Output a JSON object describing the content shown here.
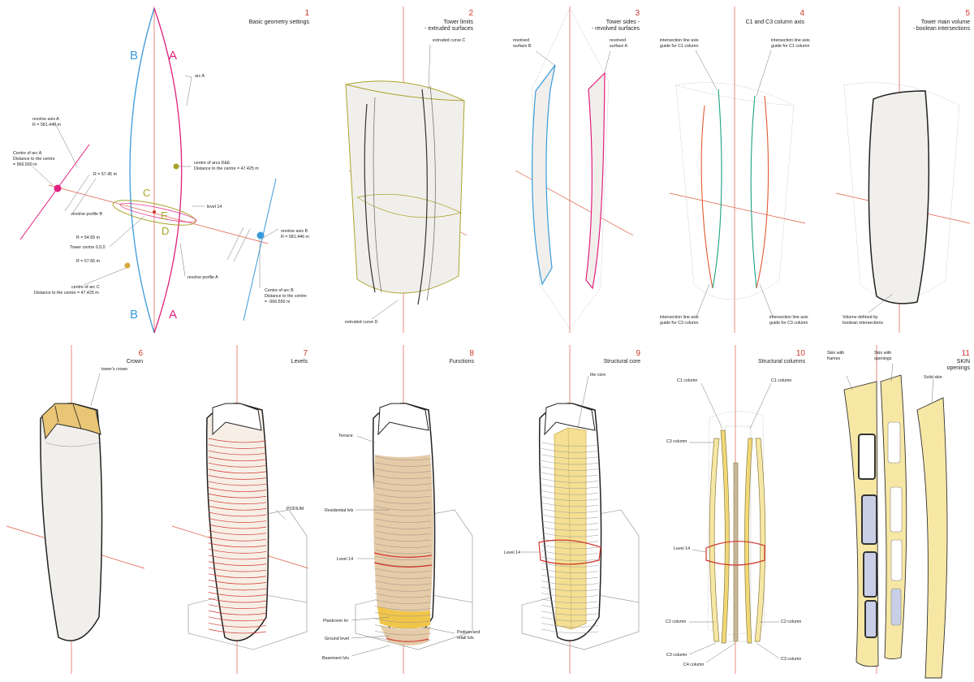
{
  "panels": [
    {
      "number": "1",
      "title_lines": [
        "Basic geometry settings"
      ]
    },
    {
      "number": "2",
      "title_lines": [
        "Tower limits",
        "- extruded surfaces"
      ]
    },
    {
      "number": "3",
      "title_lines": [
        "Tower sides -",
        "- revolved surfaces"
      ]
    },
    {
      "number": "4",
      "title_lines": [
        "C1 and C3 column axis"
      ]
    },
    {
      "number": "5",
      "title_lines": [
        "Tower main volume",
        "- boolean intersections"
      ]
    },
    {
      "number": "6",
      "title_lines": [
        "Crown"
      ]
    },
    {
      "number": "7",
      "title_lines": [
        "Levels"
      ]
    },
    {
      "number": "8",
      "title_lines": [
        "Functions"
      ]
    },
    {
      "number": "9",
      "title_lines": [
        "Structural core"
      ]
    },
    {
      "number": "10",
      "title_lines": [
        "Structural columns"
      ]
    },
    {
      "number": "11",
      "title_lines": [
        "SKIN",
        "openings"
      ]
    }
  ],
  "panel1": {
    "letters": {
      "B": "B",
      "A": "A",
      "C": "C",
      "D": "D",
      "E": "E"
    },
    "labels": {
      "arc_a": "arc A",
      "revolve_axis_a": [
        "revolve axis A",
        "R = 581.446 m"
      ],
      "centre_arc_a": [
        "Centre of arc A",
        "Distance to the centre",
        "= 566.550 m"
      ],
      "r_5745_top": "R = 57.45 m",
      "centre_arcs_de": [
        "centre of arcs D&E",
        "Distance to the centre = 47.425 m"
      ],
      "level_14": "level 14",
      "revolve_profile_b": "revolve profile B",
      "r_5465": "R = 54.65 m",
      "tower_centre": "Tower centre 0,0,0",
      "r_5765": "R = 57.65 m",
      "centre_arc_c": [
        "centre of arc C",
        "Distance to the centre = 47.425 m"
      ],
      "revolve_profile_a": "revolve profile A",
      "revolve_axis_b": [
        "revolve axis B",
        "R = 581.446 m"
      ],
      "centre_arc_b": [
        "Centre of arc B",
        "Distance to the centre",
        "= -566.550 m"
      ]
    }
  },
  "panel2": {
    "extruded_curve_c": "extruded curve C",
    "extruded_curve_d": "extruded curve D"
  },
  "panel3": {
    "revolved_b": [
      "revolved",
      "surface B"
    ],
    "revolved_a": [
      "revolved",
      "surface A"
    ]
  },
  "panel4": {
    "guide_c1_left": [
      "intersection line axis",
      "guide for C1 column"
    ],
    "guide_c1_right": [
      "intersection line axis",
      "guide for C1 column"
    ],
    "guide_c3_left": [
      "intersection line axis",
      "guide for C3 column"
    ],
    "guide_c3_right": [
      "intersection line axis",
      "guide for C3 column"
    ]
  },
  "panel5": {
    "volume": [
      "Volume defined by",
      "boolean intersections"
    ]
  },
  "panel6": {
    "crown": "tower's crown"
  },
  "panel7": {
    "podium": "PODIUM"
  },
  "panel8": {
    "terrace": "Terrace",
    "residential": "Residential lvls",
    "level14": "Level 14",
    "plantroom": "Plantroom lvl",
    "ground": "Ground level",
    "basement": "Basement lvls",
    "podium_retail": [
      "Podium and",
      "retail lvls"
    ]
  },
  "panel9": {
    "core": "the core",
    "level14": "Level 14"
  },
  "panel10": {
    "c1_left": "C1 column",
    "c1_right": "C1 column",
    "c3_left": "C3 column",
    "level14": "Level 14",
    "c2_left": "C2 column",
    "c2_right": "C2 column",
    "c3_bottom_left": "C3 column",
    "c3_bottom_right": "C3 column",
    "c4": "C4 column"
  },
  "panel11": {
    "skin_frames": [
      "Skin with",
      "frames"
    ],
    "skin_openings": [
      "Skin with",
      "openings"
    ],
    "solid_skin": "Solid skin"
  },
  "colors": {
    "red": "#d0372f",
    "magenta": "#e0207d",
    "blue": "#3a9ad8",
    "olive": "#a9a32a",
    "mustard": "#d9a63a",
    "green": "#1aa383",
    "sand": "#e5cba8",
    "yellow": "#f7e7a4",
    "core_yellow": "#f4df92",
    "crown": "#e9c675"
  }
}
